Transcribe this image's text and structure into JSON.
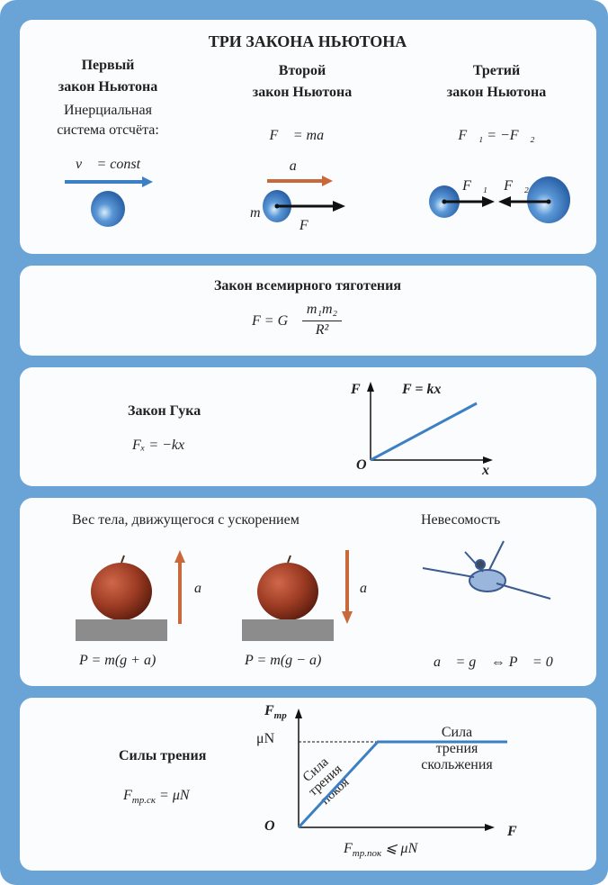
{
  "newton": {
    "title": "ТРИ ЗАКОНА НЬЮТОНА",
    "first": {
      "title_line1": "Первый",
      "title_line2": "закон Ньютона",
      "desc_line1": "Инерциальная",
      "desc_line2": "система отсчёта:",
      "formula": "v⃗ = const"
    },
    "second": {
      "title_line1": "Второй",
      "title_line2": "закон Ньютона",
      "formula": "F⃗ = ma⃗",
      "label_a": "a⃗",
      "label_m": "m",
      "label_F": "F⃗"
    },
    "third": {
      "title_line1": "Третий",
      "title_line2": "закон Ньютона",
      "formula": "F⃗₁ = −F⃗₂",
      "label_F1": "F⃗₁",
      "label_F2": "F⃗₂"
    }
  },
  "gravity": {
    "title": "Закон всемирного тяготения",
    "formula_lhs": "F = G",
    "numerator": "m₁m₂",
    "denominator": "R²"
  },
  "hooke": {
    "title": "Закон Гука",
    "formula": "Fₓ = −kx",
    "graph_label": "F = kx",
    "axis_y": "F",
    "axis_x": "x",
    "origin": "O"
  },
  "weight": {
    "title": "Вес тела, движущегося с ускорением",
    "weightless_title": "Невесомость",
    "label_a": "a⃗",
    "formula_up": "P = m(g + a)",
    "formula_down": "P = m(g − a)",
    "formula_weightless": "a⃗ = g⃗  ⇔  P⃗ = 0"
  },
  "friction": {
    "title": "Силы трения",
    "formula": "F",
    "formula_sub": "тр.ск",
    "formula_rhs": " = μN",
    "axis_y": "F",
    "axis_y_sub": "тр",
    "axis_x": "F",
    "origin": "O",
    "mu_label": "μN",
    "static_label": [
      "Сила",
      "трения",
      "покоя"
    ],
    "sliding_label": [
      "Сила",
      "трения",
      "скольжения"
    ],
    "condition": "F",
    "condition_sub": "тр.пок",
    "condition_rhs": " ⩽ μN"
  },
  "colors": {
    "background": "#6aa3d6",
    "blue_line": "#3b7fc4",
    "orange": "#c9683a",
    "apple": "#9a3a22"
  }
}
